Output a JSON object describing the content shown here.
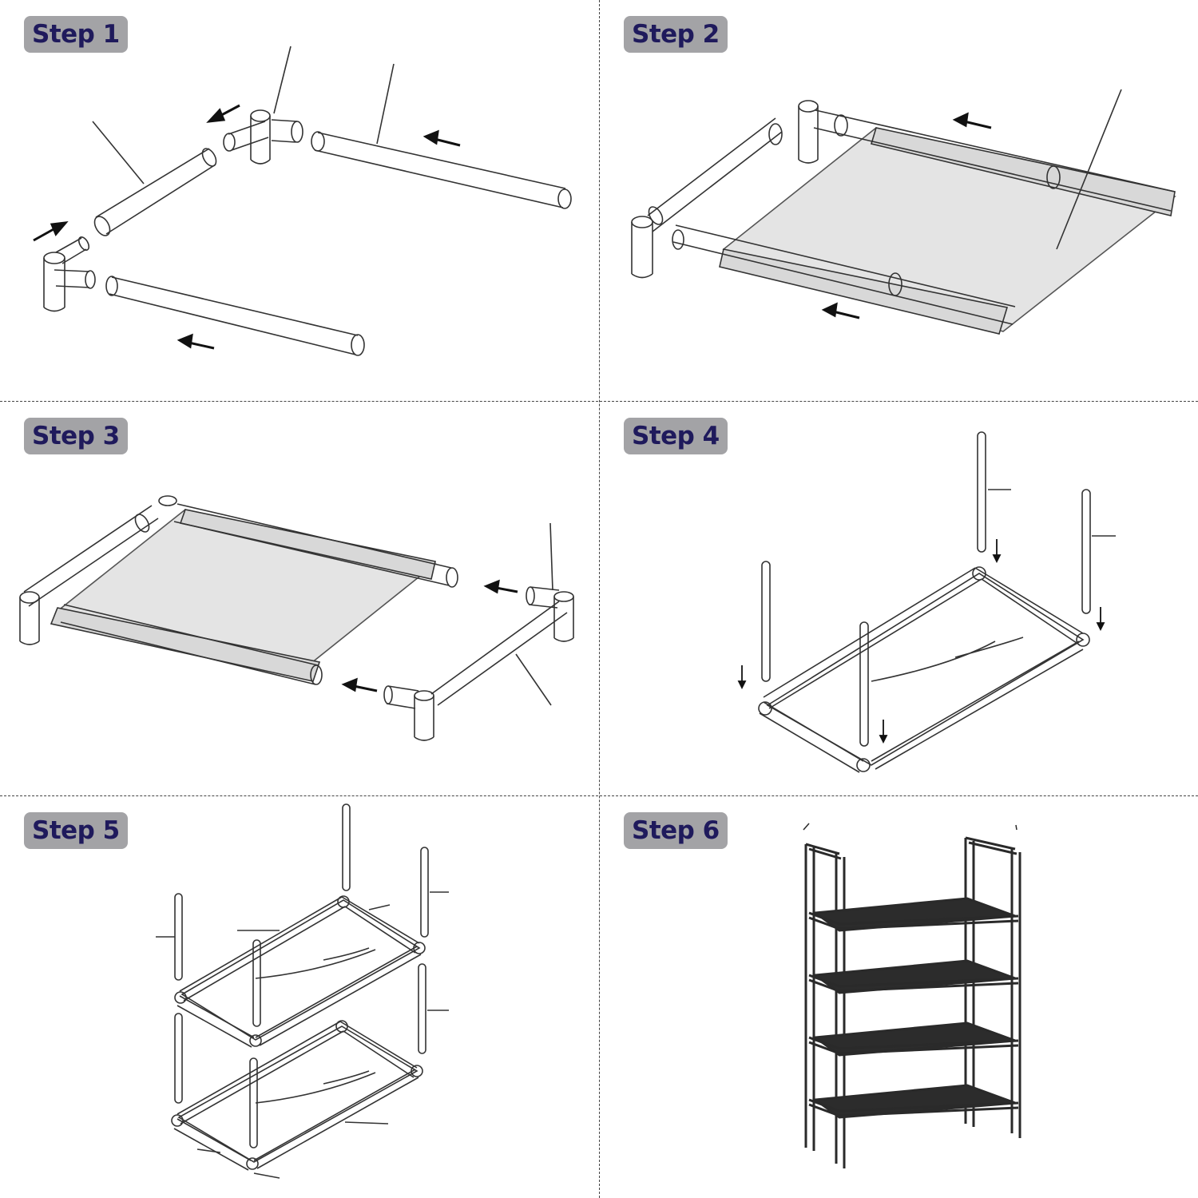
{
  "steps": [
    {
      "label": "Step 1"
    },
    {
      "label": "Step 2"
    },
    {
      "label": "Step 3"
    },
    {
      "label": "Step 4"
    },
    {
      "label": "Step 5"
    },
    {
      "label": "Step 6"
    }
  ],
  "colors": {
    "badge_bg": "#a3a3a6",
    "badge_text": "#1f1a5c",
    "line": "#333333",
    "fabric_light": "#e4e4e4",
    "frame_dark": "#2a2a2a"
  }
}
